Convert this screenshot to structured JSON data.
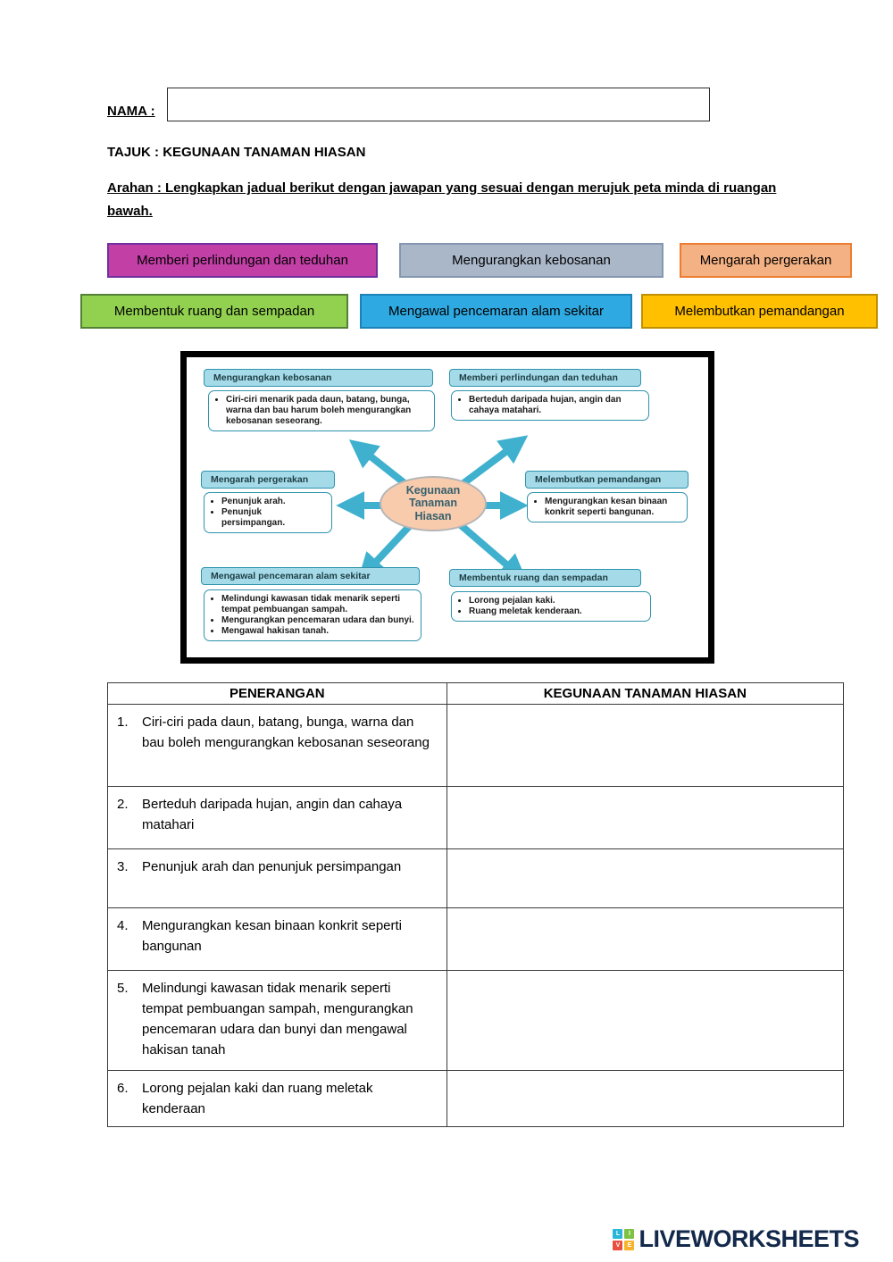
{
  "page": {
    "nama_label": "NAMA :",
    "nama_value": "",
    "tajuk": "TAJUK : KEGUNAAN TANAMAN HIASAN",
    "arahan": "Arahan : Lengkapkan jadual berikut dengan jawapan yang sesuai dengan merujuk peta minda di ruangan bawah."
  },
  "chips": [
    {
      "label": "Memberi perlindungan dan teduhan",
      "fill": "#c23fa6",
      "border": "#7030a0"
    },
    {
      "label": "Mengurangkan kebosanan",
      "fill": "#aab7c9",
      "border": "#8496b0"
    },
    {
      "label": "Mengarah pergerakan",
      "fill": "#f4b183",
      "border": "#ed7d31"
    },
    {
      "label": "Membentuk ruang dan sempadan",
      "fill": "#92d050",
      "border": "#538135"
    },
    {
      "label": "Mengawal pencemaran alam sekitar",
      "fill": "#2fa9e1",
      "border": "#1b83b8"
    },
    {
      "label": "Melembutkan pemandangan",
      "fill": "#ffc000",
      "border": "#bf9000"
    }
  ],
  "mindmap": {
    "center": "Kegunaan Tanaman Hiasan",
    "accent_color": "#3fb0ce",
    "header_fill": "#a5dbe8",
    "header_border": "#2e93ad",
    "branches": [
      {
        "title": "Mengurangkan kebosanan",
        "bullets": [
          "Ciri-ciri menarik pada daun, batang, bunga, warna dan bau harum boleh mengurangkan kebosanan seseorang."
        ]
      },
      {
        "title": "Memberi perlindungan dan teduhan",
        "bullets": [
          "Berteduh daripada hujan, angin dan cahaya matahari."
        ]
      },
      {
        "title": "Mengarah pergerakan",
        "bullets": [
          "Penunjuk arah.",
          "Penunjuk persimpangan."
        ]
      },
      {
        "title": "Melembutkan pemandangan",
        "bullets": [
          "Mengurangkan kesan binaan konkrit seperti bangunan."
        ]
      },
      {
        "title": "Mengawal pencemaran alam sekitar",
        "bullets": [
          "Melindungi kawasan tidak menarik seperti tempat pembuangan sampah.",
          "Mengurangkan pencemaran udara dan bunyi.",
          "Mengawal hakisan tanah."
        ]
      },
      {
        "title": "Membentuk ruang dan sempadan",
        "bullets": [
          "Lorong pejalan kaki.",
          "Ruang meletak kenderaan."
        ]
      }
    ]
  },
  "table": {
    "headers": [
      "PENERANGAN",
      "KEGUNAAN TANAMAN HIASAN"
    ],
    "rows": [
      {
        "num": "1.",
        "text": "Ciri-ciri pada daun, batang, bunga, warna dan bau boleh mengurangkan kebosanan seseorang",
        "answer": ""
      },
      {
        "num": "2.",
        "text": "Berteduh daripada hujan, angin dan cahaya matahari",
        "answer": ""
      },
      {
        "num": "3.",
        "text": "Penunjuk arah dan penunjuk persimpangan",
        "answer": ""
      },
      {
        "num": "4.",
        "text": "Mengurangkan kesan binaan konkrit seperti bangunan",
        "answer": ""
      },
      {
        "num": "5.",
        "text": "Melindungi kawasan tidak menarik seperti tempat pembuangan sampah, mengurangkan pencemaran udara dan bunyi dan mengawal hakisan tanah",
        "answer": ""
      },
      {
        "num": "6.",
        "text": "Lorong pejalan kaki dan ruang meletak kenderaan",
        "answer": ""
      }
    ]
  },
  "footer": {
    "brand": "LIVEWORKSHEETS",
    "brand_color": "#13294b",
    "logo_squares": [
      {
        "letter": "L",
        "color": "#29b6d8"
      },
      {
        "letter": "I",
        "color": "#7dc242"
      },
      {
        "letter": "V",
        "color": "#e94f3d"
      },
      {
        "letter": "E",
        "color": "#f7b32b"
      }
    ]
  }
}
